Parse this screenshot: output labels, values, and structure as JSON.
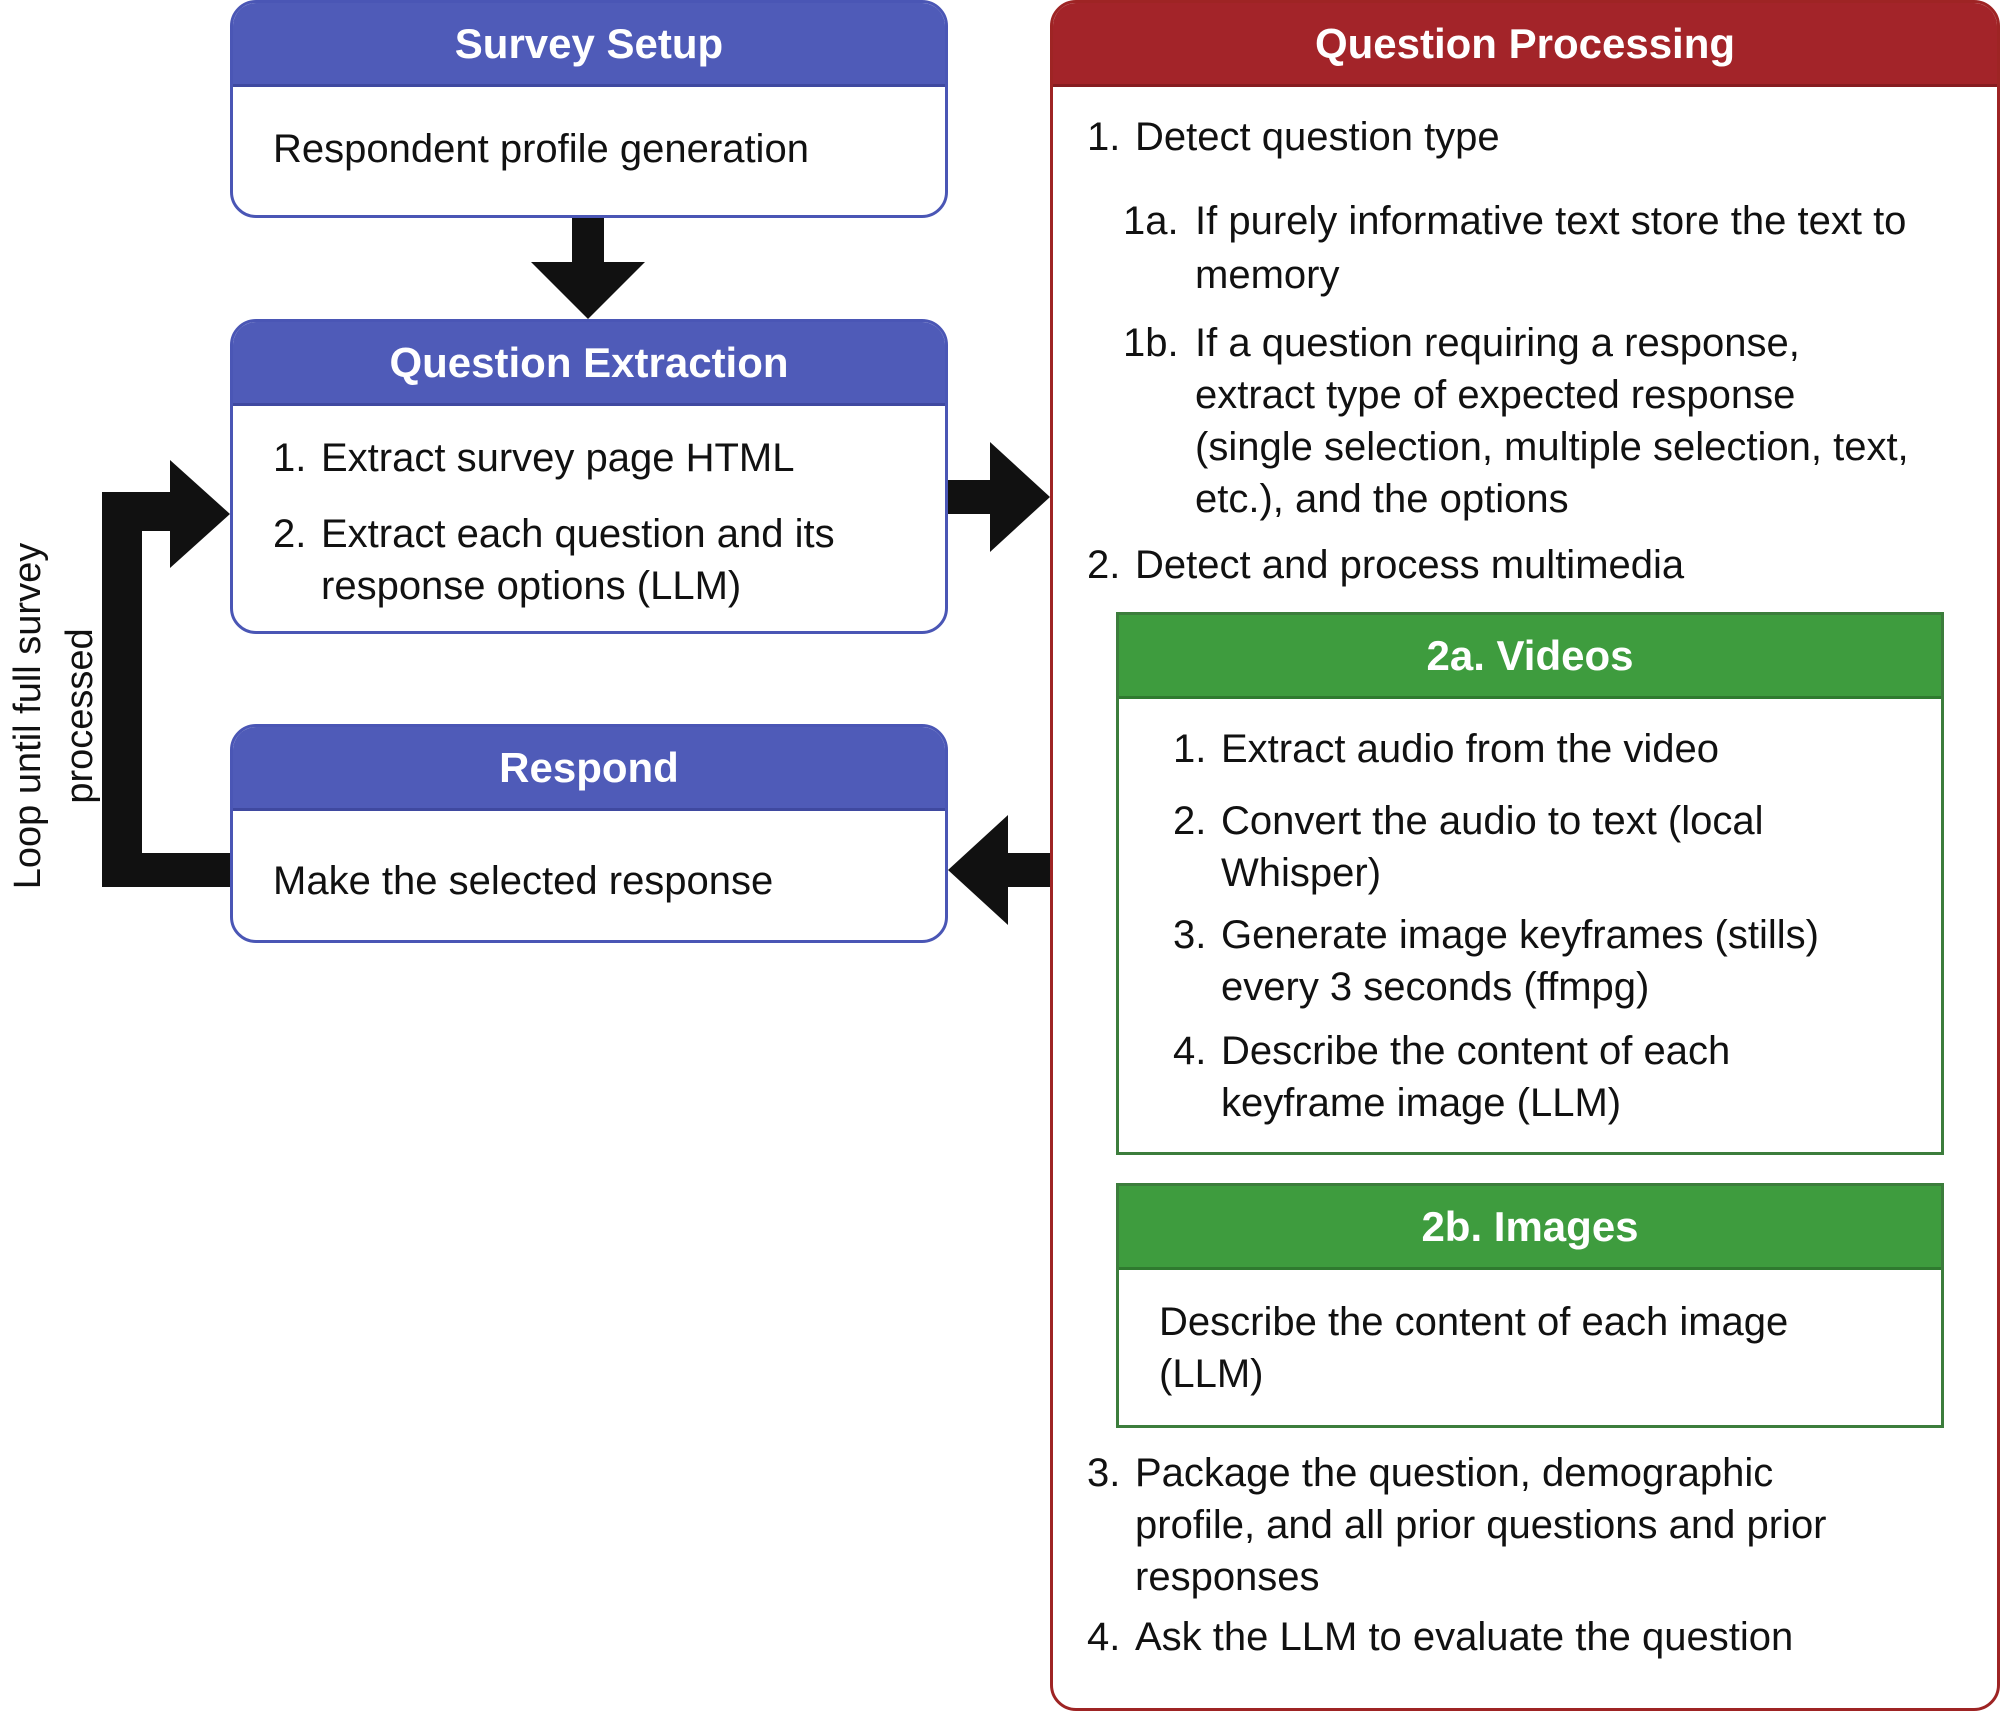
{
  "survey_setup": {
    "title": "Survey Setup",
    "body": "Respondent profile generation"
  },
  "question_extraction": {
    "title": "Question Extraction",
    "steps": [
      {
        "num": "1.",
        "lines": [
          "Extract survey page HTML"
        ]
      },
      {
        "num": "2.",
        "lines": [
          "Extract each question and its",
          "response options (LLM)"
        ]
      }
    ]
  },
  "respond": {
    "title": "Respond",
    "body": "Make the selected response"
  },
  "loop_label": {
    "lines": [
      "Loop until full survey",
      "processed"
    ]
  },
  "question_processing": {
    "title": "Question Processing",
    "step1": {
      "num": "1.",
      "text": "Detect question type"
    },
    "step1a": {
      "num": "1a.",
      "lines": [
        "If purely informative text store the text to",
        "memory"
      ]
    },
    "step1b": {
      "num": "1b.",
      "lines": [
        "If a question requiring a response,",
        "extract type of expected response",
        "(single selection, multiple selection, text,",
        "etc.), and the options"
      ]
    },
    "step2": {
      "num": "2.",
      "text": "Detect and process multimedia"
    },
    "videos": {
      "title": "2a. Videos",
      "steps": [
        {
          "num": "1.",
          "lines": [
            "Extract audio from the video"
          ]
        },
        {
          "num": "2.",
          "lines": [
            "Convert the audio to text (local",
            "Whisper)"
          ]
        },
        {
          "num": "3.",
          "lines": [
            "Generate image keyframes (stills)",
            "every 3 seconds (ffmpg)"
          ]
        },
        {
          "num": "4.",
          "lines": [
            "Describe the content of each",
            "keyframe image (LLM)"
          ]
        }
      ]
    },
    "images": {
      "title": "2b. Images",
      "lines": [
        "Describe the content of each image",
        "(LLM)"
      ]
    },
    "step3": {
      "num": "3.",
      "lines": [
        "Package the question, demographic",
        "profile, and all prior questions and prior",
        "responses"
      ]
    },
    "step4": {
      "num": "4.",
      "text": "Ask the LLM to evaluate the question"
    }
  }
}
